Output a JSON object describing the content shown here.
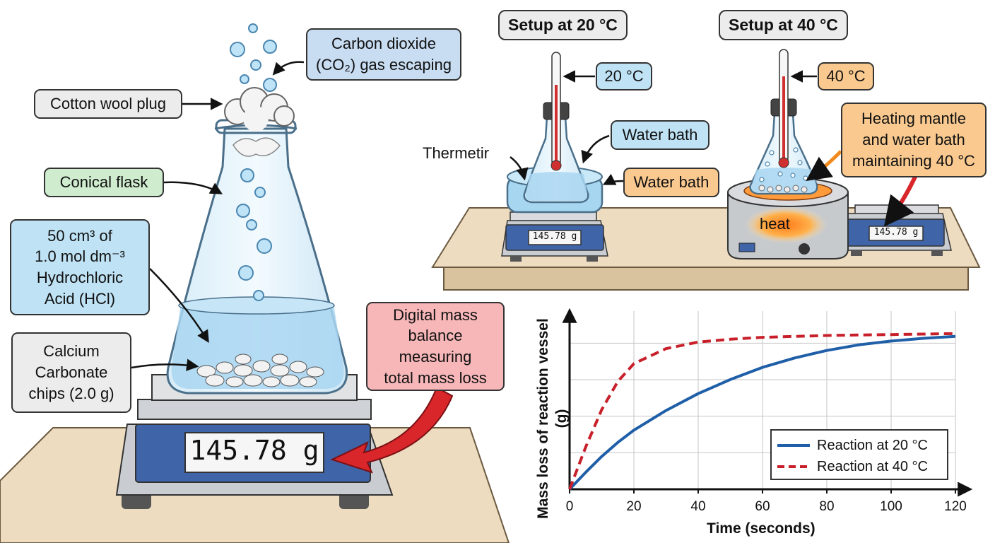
{
  "labels": {
    "co2_lines": [
      "Carbon dioxide",
      "(CO₂) gas escaping"
    ],
    "cotton_wool": "Cotton wool plug",
    "conical_flask": "Conical flask",
    "hcl_lines": [
      "50 cm³ of",
      "1.0 mol dm⁻³",
      "Hydrochloric",
      "Acid (HCl)"
    ],
    "caco3_lines": [
      "Calcium",
      "Carbonate",
      "chips (2.0 g)"
    ],
    "balance_lines": [
      "Digital mass",
      "balance",
      "measuring",
      "total mass loss"
    ],
    "thermometer": "Thermetir",
    "water_bath_top": "Water bath",
    "water_bath_bottom": "Water bath",
    "heating_lines": [
      "Heating mantle",
      "and water bath",
      "maintaining 40 °C"
    ],
    "heat": "heat"
  },
  "setups": {
    "left_title": "Setup at 20 °C",
    "right_title": "Setup at 40 °C",
    "left_temp": "20 °C",
    "right_temp": "40 °C"
  },
  "displays": {
    "main": "145.78 g",
    "small_left": "145.78 g",
    "small_right": "145.78 g"
  },
  "colors": {
    "series_20": "#1f5fa8",
    "series_40": "#c8202a",
    "balance_blue": "#3f64a8",
    "arrow_red": "#d9262b"
  },
  "chart_data": {
    "type": "line",
    "xlabel": "Time (seconds)",
    "ylabel": "Mass loss of reaction vessel (g)",
    "xlim": [
      0,
      120
    ],
    "x_ticks": [
      "0",
      "20",
      "40",
      "60",
      "80",
      "100",
      "120"
    ],
    "grid": true,
    "legend": "bottom-right",
    "x": [
      0,
      5,
      10,
      15,
      20,
      30,
      40,
      50,
      60,
      70,
      80,
      90,
      100,
      110,
      120
    ],
    "series": [
      {
        "name": "Reaction at 20 °C",
        "style": "solid",
        "values": [
          0,
          0.18,
          0.35,
          0.5,
          0.63,
          0.84,
          1.02,
          1.17,
          1.3,
          1.4,
          1.48,
          1.54,
          1.58,
          1.61,
          1.63
        ]
      },
      {
        "name": "Reaction at 40 °C",
        "style": "dashed",
        "values": [
          0,
          0.45,
          0.85,
          1.15,
          1.34,
          1.5,
          1.57,
          1.6,
          1.62,
          1.63,
          1.64,
          1.645,
          1.65,
          1.655,
          1.66
        ]
      }
    ]
  }
}
